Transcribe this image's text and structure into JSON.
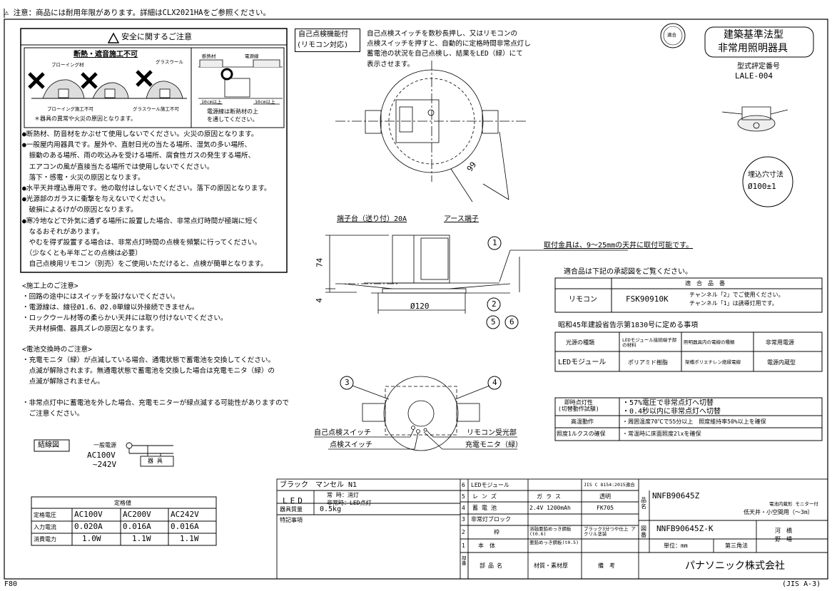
{
  "top_warning": "⚠ 注意：商品には耐用年限があります。詳細はCLX2021HAをご参照ください。",
  "safety": {
    "title": "安全に関するご注意",
    "insulation_title": "断熱・遮音施工不可",
    "blowing_label": "ブローイング材",
    "glasswool_label": "グラスウール",
    "blowing_caption": "ブローイング施工不可",
    "glasswool_caption": "グラスウール施工不可",
    "star_note": "＊器具の異常や火災の原因となります。",
    "ins_label": "断熱材",
    "cable_label": "電源線",
    "dim_left": "10cm以上",
    "dim_right": "10cm以上",
    "cable_note_1": "電源線は断熱材の上",
    "cable_note_2": "を通してください。",
    "lines": [
      "●断熱材、防音材をかぶせて使用しないでください。火災の原因となります。",
      "●一般屋内用器具です。屋外や、直射日光の当たる場所、湿気の多い場所、",
      "　振動のある場所、雨の吹込みを受ける場所、腐食性ガスの発生する場所、",
      "　エアコンの風が直接当たる場所では使用しないでください。",
      "　落下・感電・火災の原因となります。",
      "●水平天井埋込専用です。他の取付はしないでください。落下の原因となります。",
      "●光源部のガラスに衝撃を与えないでください。",
      "　破損によるけがの原因となります。",
      "●寒冷地などで外気に通ずる場所に設置した場合、非常点灯時間が極端に短く",
      "　なるおそれがあります。",
      "　やむを得ず設置する場合は、非常点灯時間の点検を頻繁に行ってください。",
      "　（少なくとも半年ごとの点検は必要）",
      "　自己点検用リモコン（別売）をご使用いただけると、点検が簡単となります。"
    ]
  },
  "construction": {
    "title": "<施工上のご注意>",
    "lines": [
      "・回路の途中にはスイッチを設けないでください。",
      "・電源線は、線径Ø1.6、Ø2.0単線以外接続できません。",
      "・ロックウール材等の柔らかい天井には取り付けないでください。",
      "　天井材損傷、器具ズレの原因となります。"
    ]
  },
  "battery": {
    "title": "<電池交換時のご注意>",
    "lines": [
      "・充電モニタ（緑）が点滅している場合、通電状態で蓄電池を交換してください。",
      "　点滅が解除されます。無通電状態で蓄電池を交換した場合は充電モニタ（緑）の",
      "　点滅が解除されません。",
      "",
      "・非常点灯中に蓄電池を外した場合、充電モニターが緑点滅する可能性がありますので",
      "　ご注意ください。"
    ]
  },
  "wiring": {
    "title": "結線図",
    "supply_label": "一般電源",
    "voltage_1": "AC100V",
    "voltage_2": "~242V",
    "fixture": "器 具"
  },
  "rating": {
    "title": "定格値",
    "rows": [
      [
        "定格電圧",
        "AC100V",
        "AC200V",
        "AC242V"
      ],
      [
        "入力電流",
        "0.020A",
        "0.016A",
        "0.016A"
      ],
      [
        "消費電力",
        "1.0W",
        "1.1W",
        "1.1W"
      ]
    ]
  },
  "self_check": {
    "tag_1": "自己点検機能付",
    "tag_2": "(リモコン対応)",
    "lines": [
      "自己点検スイッチを数秒長押し、又はリモコンの",
      "点検スイッチを押すと、自動的に定格時間非常点灯し",
      "蓄電池の状況を自己点検し、結果をLED（緑）にて",
      "表示させます。"
    ]
  },
  "title_block": {
    "seal": "適合",
    "heading_1": "建築基準法型",
    "heading_2": "非常用照明器具",
    "approval_label": "型式評定番号",
    "approval_no": "LALE-004",
    "hole_label": "埋込穴寸法",
    "hole_size": "Ø100±1"
  },
  "dims": {
    "d99": "99",
    "d74": "74",
    "d4": "4",
    "d120": "Ø120"
  },
  "callouts": {
    "terminal": "端子台（送り付）20A",
    "earth": "アース端子",
    "mount": "取付金具は、9～25mmの天井に取付可能です。",
    "self_switch": "自己点検スイッチ",
    "check_switch": "点検スイッチ",
    "remote_rx": "リモコン受光部",
    "charge_mon": "充電モニタ（緑）",
    "n1": "1",
    "n2": "2",
    "n3": "3",
    "n4": "4",
    "n5": "5",
    "n6": "6"
  },
  "remote_tbl": {
    "intro": "適合品は下記の承認図をご覧ください。",
    "header": "適　合　品　番",
    "label": "リモコン",
    "part": "FSK90910K",
    "note_1": "チャンネル「2」でご使用ください。",
    "note_2": "チャンネル「1」は誘導灯用です。"
  },
  "notice_tbl": {
    "title": "昭和45年建設省告示第1830号に定める事項",
    "headers": [
      "光源の種類",
      "LEDモジュール接続端子部の材料",
      "照明器具内の電線の種類",
      "非常用電源"
    ],
    "values": [
      "LEDモジュール",
      "ポリアミド樹脂",
      "架橋ポリエチレン絶縁電線",
      "電源内蔵型"
    ]
  },
  "perf_tbl": {
    "rows": [
      [
        "即時点灯性\n(切替動作試験)",
        "・57%電圧で非常点灯へ切替\n・0.4秒以内に非常点灯へ切替"
      ],
      [
        "高温動作",
        "・周囲温度70℃で55分以上　照度維持率50%以上を確保"
      ],
      [
        "照度1ルクスの確保",
        "・常温時に床面照度2lxを確保"
      ]
    ]
  },
  "parts": {
    "finish": "ブラック　マンセル N1",
    "led": "LED",
    "led_normal": "常 時：消灯",
    "led_emerg": "非常時：LED点灯",
    "weight_label": "器具質量",
    "weight": "0.5kg",
    "remarks": "特記事項",
    "jis": "JIS C 8154:2015適合",
    "rows": [
      [
        "6",
        "LEDモジュール",
        "",
        ""
      ],
      [
        "5",
        "レンズ",
        "ガラス",
        "透明"
      ],
      [
        "4",
        "蓄電池",
        "2.4V 1200mAh",
        "FK705"
      ],
      [
        "3",
        "非常灯ブロック",
        "",
        ""
      ],
      [
        "2",
        "枠",
        "溶融亜鉛めっき鋼板(t0.6)",
        "ブラック3分つや仕上 アクリル塗装"
      ],
      [
        "1",
        "本体",
        "亜鉛めっき鋼板(t0.5)",
        ""
      ]
    ],
    "foot": [
      "部番",
      "部品名",
      "材質・素材厚",
      "備考"
    ],
    "product_no": "NNFB90645Z",
    "product_desc_1": "電池内蔵形 モニター付",
    "product_desc_2": "低天井・小空間用（～3m）",
    "name_label": "品名",
    "drawing_label": "図番",
    "drawing_no": "NNFB90645Z-K",
    "unit": "単位：mm",
    "angle": "第三角法",
    "sign_1": "河　橋",
    "sign_2": "野　場",
    "company": "パナソニック株式会社"
  },
  "footer_left": "F80",
  "footer_right": "(JIS A-3)"
}
